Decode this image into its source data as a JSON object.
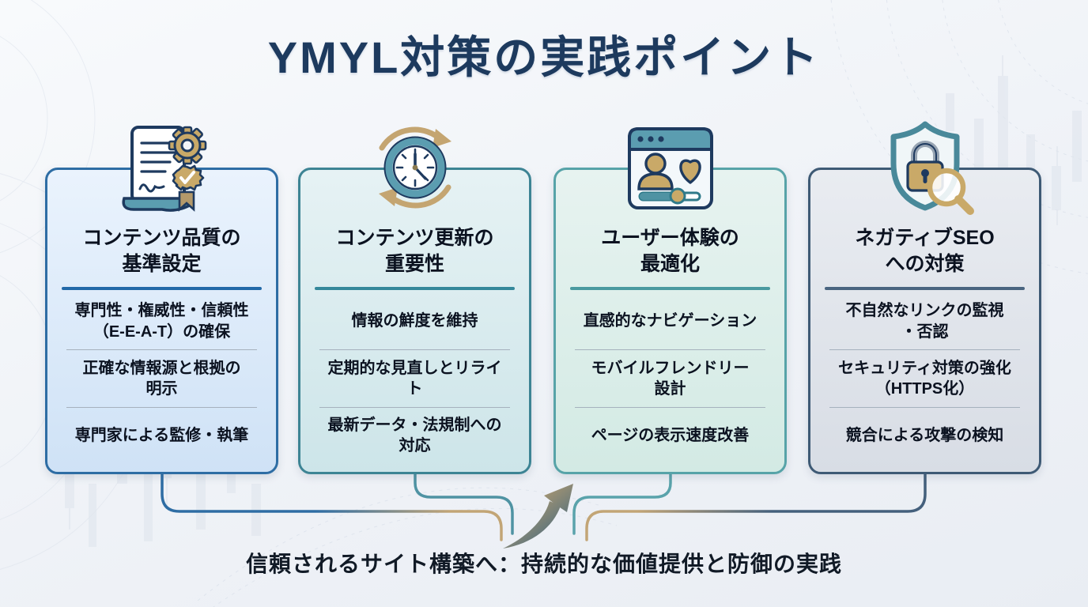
{
  "page": {
    "title": "YMYL対策の実践ポイント",
    "conclusion": "信頼されるサイト構築へ：持続的な価値提供と防御の実践"
  },
  "colors": {
    "title_text": "#1d3a5e",
    "conclusion_text": "#111a26",
    "connector_navy": "#2e6da4",
    "connector_slate": "#44607c",
    "connector_teal_left": "#4f93a3",
    "connector_teal_right": "#5aa3ab",
    "connector_gold": "#c2a576",
    "arrow_gold": "#c3a26e",
    "arrow_navy": "#2d5f82"
  },
  "cards": [
    {
      "icon": "certificate-gear-badge-icon",
      "title": "コンテンツ品質の\n基準設定",
      "items": [
        "専門性・権威性・信頼性\n（E-E-A-T）の確保",
        "正確な情報源と根拠の\n明示",
        "専門家による監修・執筆"
      ],
      "colors": {
        "border": "#2e6da4",
        "divider": "#2269a8",
        "bg_top": "#eaf3fd",
        "bg_bottom": "#cfe2f6"
      }
    },
    {
      "icon": "clock-refresh-icon",
      "title": "コンテンツ更新の\n重要性",
      "items": [
        "情報の鮮度を維持",
        "定期的な見直しとリライ\nト",
        "最新データ・法規制への\n対応"
      ],
      "colors": {
        "border": "#3d8494",
        "divider": "#35889b",
        "bg_top": "#e6f2f4",
        "bg_bottom": "#cde5e9"
      }
    },
    {
      "icon": "browser-user-heart-icon",
      "title": "ユーザー体験の\n最適化",
      "items": [
        "直感的なナビゲーション",
        "モバイルフレンドリー\n設計",
        "ページの表示速度改善"
      ],
      "colors": {
        "border": "#57a3a8",
        "divider": "#4a9aa0",
        "bg_top": "#e7f3f0",
        "bg_bottom": "#d3eae4"
      }
    },
    {
      "icon": "shield-lock-magnifier-icon",
      "title": "ネガティブSEO\nへの対策",
      "items": [
        "不自然なリンクの監視\n・否認",
        "セキュリティ対策の強化\n（HTTPS化）",
        "競合による攻撃の検知"
      ],
      "colors": {
        "border": "#3e5a75",
        "divider": "#4a6580",
        "bg_top": "#e9ecf1",
        "bg_bottom": "#d8dde5"
      }
    }
  ]
}
